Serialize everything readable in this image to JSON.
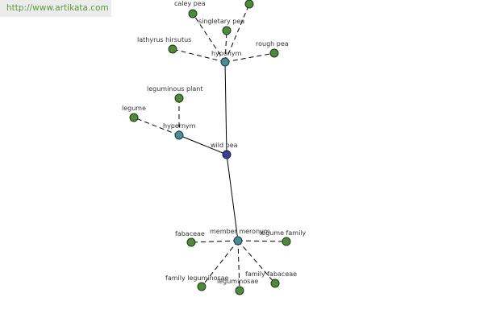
{
  "banner": {
    "url": "http://www.artikata.com"
  },
  "colors": {
    "leaf_node": "#4e8a3c",
    "relation_node": "#4a8c95",
    "center_node": "#3b3f8e",
    "banner_text": "#5a9a3a"
  },
  "graph": {
    "nodes": [
      {
        "id": "wild-pea",
        "label": "wild pea",
        "kind": "center"
      },
      {
        "id": "hyponym",
        "label": "hyponym",
        "kind": "relation"
      },
      {
        "id": "hypernym",
        "label": "hypernym",
        "kind": "relation"
      },
      {
        "id": "member-meronym",
        "label": "member meronym",
        "kind": "relation"
      },
      {
        "id": "caley-pea",
        "label": "caley pea",
        "kind": "leaf"
      },
      {
        "id": "singletary-pea",
        "label": "singletary pea",
        "kind": "leaf"
      },
      {
        "id": "unlabeled-top",
        "label": "",
        "kind": "leaf"
      },
      {
        "id": "lathyrus-hirsutus",
        "label": "lathyrus hirsutus",
        "kind": "leaf"
      },
      {
        "id": "rough-pea",
        "label": "rough pea",
        "kind": "leaf"
      },
      {
        "id": "leguminous-plant",
        "label": "leguminous plant",
        "kind": "leaf"
      },
      {
        "id": "legume",
        "label": "legume",
        "kind": "leaf"
      },
      {
        "id": "fabaceae",
        "label": "fabaceae",
        "kind": "leaf"
      },
      {
        "id": "legume-family",
        "label": "legume family",
        "kind": "leaf"
      },
      {
        "id": "family-leguminosae",
        "label": "family leguminosae",
        "kind": "leaf"
      },
      {
        "id": "leguminosae",
        "label": "leguminosae",
        "kind": "leaf"
      },
      {
        "id": "family-fabaceae",
        "label": "family fabaceae",
        "kind": "leaf"
      }
    ],
    "edges": [
      {
        "from": "wild-pea",
        "to": "hyponym",
        "style": "solid"
      },
      {
        "from": "wild-pea",
        "to": "hypernym",
        "style": "solid"
      },
      {
        "from": "wild-pea",
        "to": "member-meronym",
        "style": "solid"
      },
      {
        "from": "hyponym",
        "to": "caley-pea",
        "style": "dashed"
      },
      {
        "from": "hyponym",
        "to": "singletary-pea",
        "style": "dashed"
      },
      {
        "from": "hyponym",
        "to": "unlabeled-top",
        "style": "dashed"
      },
      {
        "from": "hyponym",
        "to": "lathyrus-hirsutus",
        "style": "dashed"
      },
      {
        "from": "hyponym",
        "to": "rough-pea",
        "style": "dashed"
      },
      {
        "from": "hypernym",
        "to": "leguminous-plant",
        "style": "dashed"
      },
      {
        "from": "hypernym",
        "to": "legume",
        "style": "dashed"
      },
      {
        "from": "member-meronym",
        "to": "fabaceae",
        "style": "dashed"
      },
      {
        "from": "member-meronym",
        "to": "legume-family",
        "style": "dashed"
      },
      {
        "from": "member-meronym",
        "to": "family-leguminosae",
        "style": "dashed"
      },
      {
        "from": "member-meronym",
        "to": "leguminosae",
        "style": "dashed"
      },
      {
        "from": "member-meronym",
        "to": "family-fabaceae",
        "style": "dashed"
      }
    ]
  }
}
